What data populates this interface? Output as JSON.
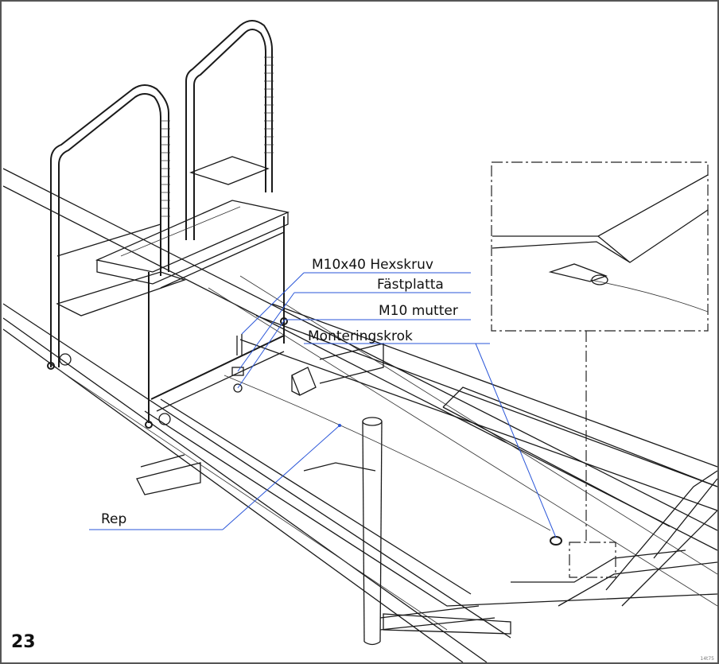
{
  "step_number": "23",
  "labels": {
    "hexskruv": "M10x40 Hexskruv",
    "fastplatta": "Fästplatta",
    "mutter": "M10 mutter",
    "monteringskrok": "Monteringskrok",
    "rep": "Rep"
  },
  "corner_code": "14t75",
  "colors": {
    "leader_line": "#2a56d8",
    "line_art": "#1a1a1a",
    "frame": "#555555"
  }
}
